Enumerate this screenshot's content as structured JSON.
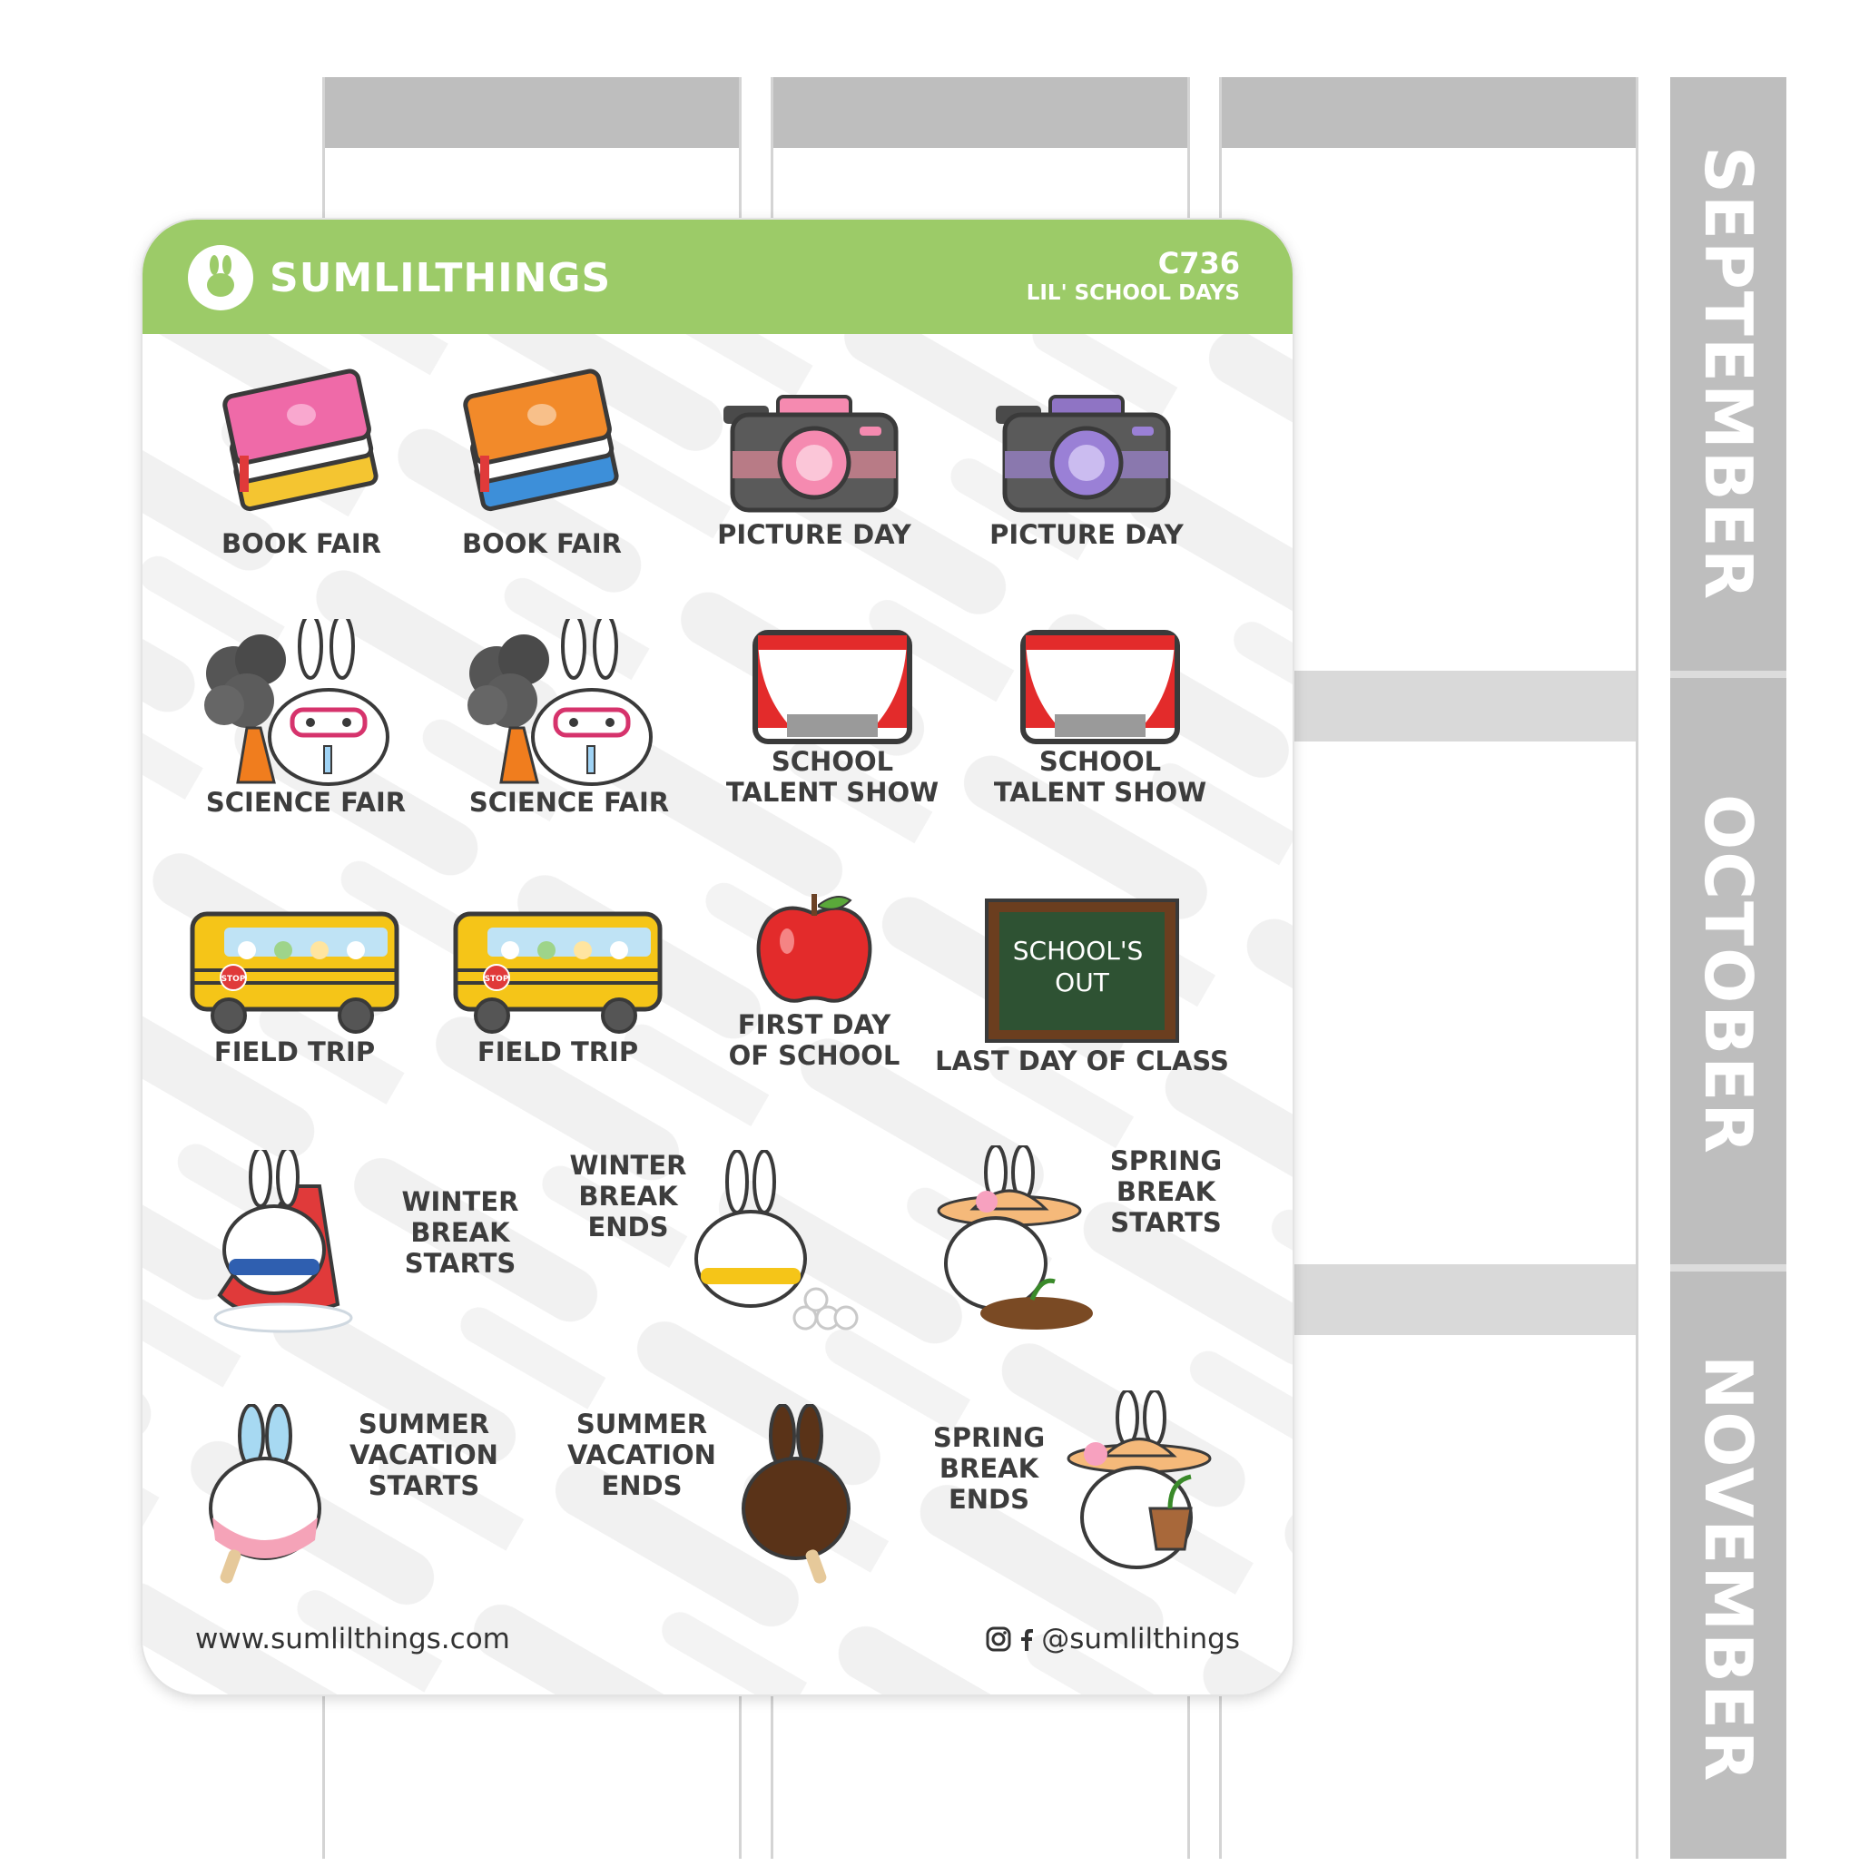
{
  "brand": {
    "name": "SUMLILTHINGS",
    "code": "C736",
    "set_name": "LIL' SCHOOL DAYS"
  },
  "months": [
    "SEPTEMBER",
    "OCTOBER",
    "NOVEMBER"
  ],
  "stickers": {
    "book_fair_1": "BOOK FAIR",
    "book_fair_2": "BOOK FAIR",
    "picture_day_1": "PICTURE DAY",
    "picture_day_2": "PICTURE DAY",
    "science_fair_1": "SCIENCE FAIR",
    "science_fair_2": "SCIENCE FAIR",
    "talent_show_1": "SCHOOL\nTALENT SHOW",
    "talent_show_2": "SCHOOL\nTALENT SHOW",
    "field_trip_1": "FIELD TRIP",
    "field_trip_2": "FIELD TRIP",
    "first_day": "FIRST DAY\nOF SCHOOL",
    "last_day": "LAST DAY OF CLASS",
    "chalkboard_text": "SCHOOL'S\nOUT",
    "stop_sign": "STOP",
    "winter_break_starts": "WINTER\nBREAK\nSTARTS",
    "winter_break_ends": "WINTER\nBREAK\nENDS",
    "spring_break_starts": "SPRING\nBREAK\nSTARTS",
    "summer_vacation_starts": "SUMMER\nVACATION\nSTARTS",
    "summer_vacation_ends": "SUMMER\nVACATION\nENDS",
    "spring_break_ends": "SPRING\nBREAK\nENDS"
  },
  "footer": {
    "url": "www.sumlilthings.com",
    "handle": "@sumlilthings"
  },
  "colors": {
    "header_green": "#9ccb68",
    "label_text": "#3d3d3d",
    "planner_gray": "#bebebe"
  }
}
